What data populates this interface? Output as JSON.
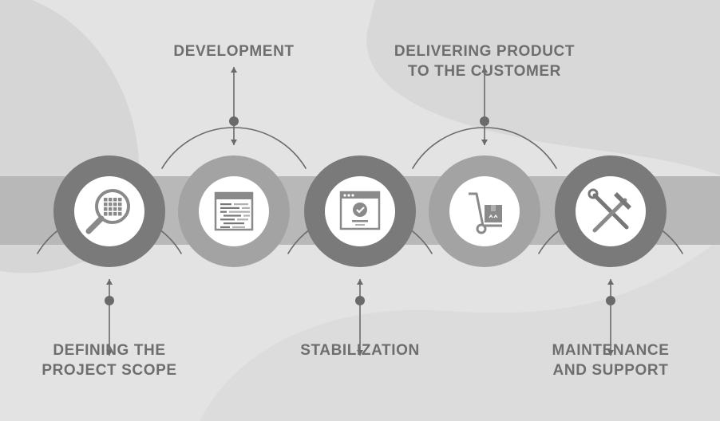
{
  "steps": [
    {
      "id": "defining",
      "icon": "magnifier-grid-icon",
      "line1": "DEFINING THE",
      "line2": "PROJECT SCOPE",
      "position": "bottom",
      "ring_color": "#7a7a7a"
    },
    {
      "id": "development",
      "icon": "code-document-icon",
      "line1": "DEVELOPMENT",
      "line2": "",
      "position": "top",
      "ring_color": "#a3a3a3"
    },
    {
      "id": "stabilization",
      "icon": "browser-check-icon",
      "line1": "STABILIZATION",
      "line2": "",
      "position": "bottom",
      "ring_color": "#7a7a7a"
    },
    {
      "id": "delivering",
      "icon": "hand-truck-box-icon",
      "line1": "DELIVERING PRODUCT",
      "line2": "TO THE CUSTOMER",
      "position": "top",
      "ring_color": "#a3a3a3"
    },
    {
      "id": "maintenance",
      "icon": "wrench-hammer-icon",
      "line1": "MAINTENANCE",
      "line2": "AND SUPPORT",
      "position": "bottom",
      "ring_color": "#7a7a7a"
    }
  ],
  "colors": {
    "background": "#e3e3e3",
    "band": "#b8b8b8",
    "connector": "#6a6a6a",
    "icon_fill": "#ffffff",
    "icon_gray": "#8a8a8a"
  }
}
